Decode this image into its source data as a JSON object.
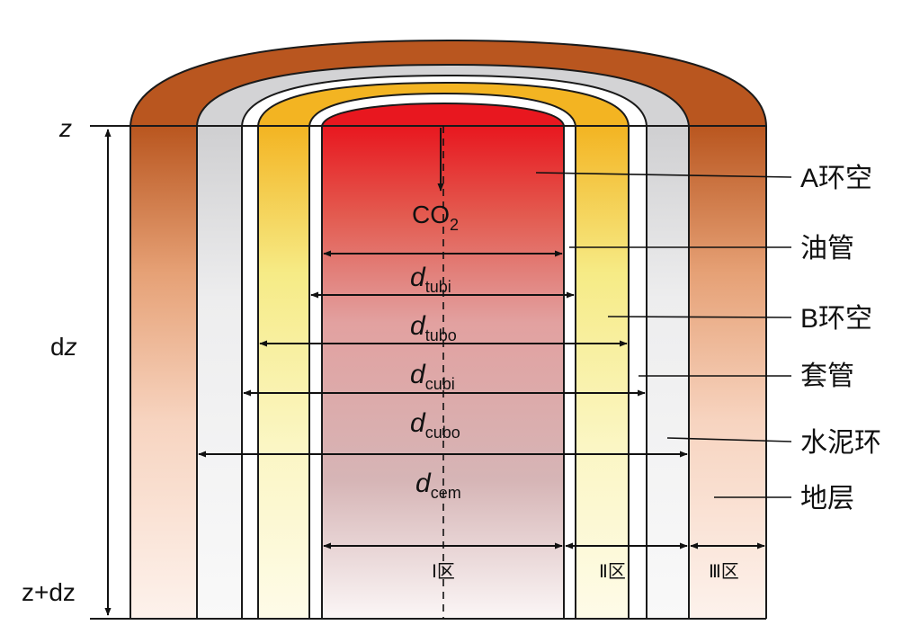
{
  "diagram": {
    "axis": {
      "top": "z",
      "middle": "dz",
      "bottom": "z+dz"
    },
    "fluid": {
      "base": "CO",
      "subscript": "2"
    },
    "diameters": [
      {
        "base": "d",
        "sub": "tubi"
      },
      {
        "base": "d",
        "sub": "tubo"
      },
      {
        "base": "d",
        "sub": "cubi"
      },
      {
        "base": "d",
        "sub": "cubo"
      },
      {
        "base": "d",
        "sub": "cem"
      }
    ],
    "regions": [
      "Ⅰ区",
      "Ⅱ区",
      "Ⅲ区"
    ],
    "layers": [
      "A环空",
      "油管",
      "B环空",
      "套管",
      "水泥环",
      "地层"
    ],
    "colors": {
      "formation": "#b9561f",
      "cement": "#d3d3d5",
      "casing": "#ffffff",
      "b_annulus": "#f3b422",
      "tubing": "#ffffff",
      "co2": "#e8171f",
      "outline": "#1a1a1a"
    }
  }
}
